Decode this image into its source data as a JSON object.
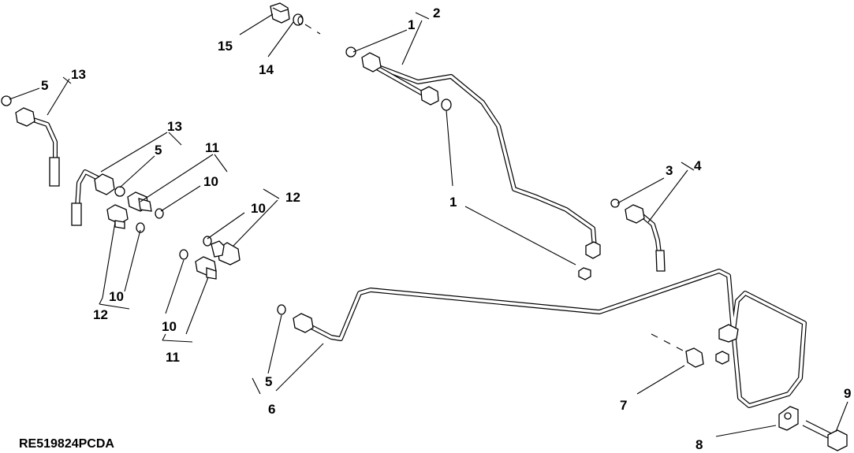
{
  "figure_id": "RE519824PCDA",
  "callouts": {
    "c1a": "1",
    "c2": "2",
    "c1b": "1",
    "c3": "3",
    "c4": "4",
    "c5a": "5",
    "c13a": "13",
    "c13b": "13",
    "c5b": "5",
    "c11a": "11",
    "c10a": "10",
    "c12a": "12",
    "c10b": "10",
    "c10c": "10",
    "c12b": "12",
    "c10d": "10",
    "c11b": "11",
    "c15": "15",
    "c14": "14",
    "c5c": "5",
    "c6": "6",
    "c7": "7",
    "c8": "8",
    "c9": "9"
  }
}
